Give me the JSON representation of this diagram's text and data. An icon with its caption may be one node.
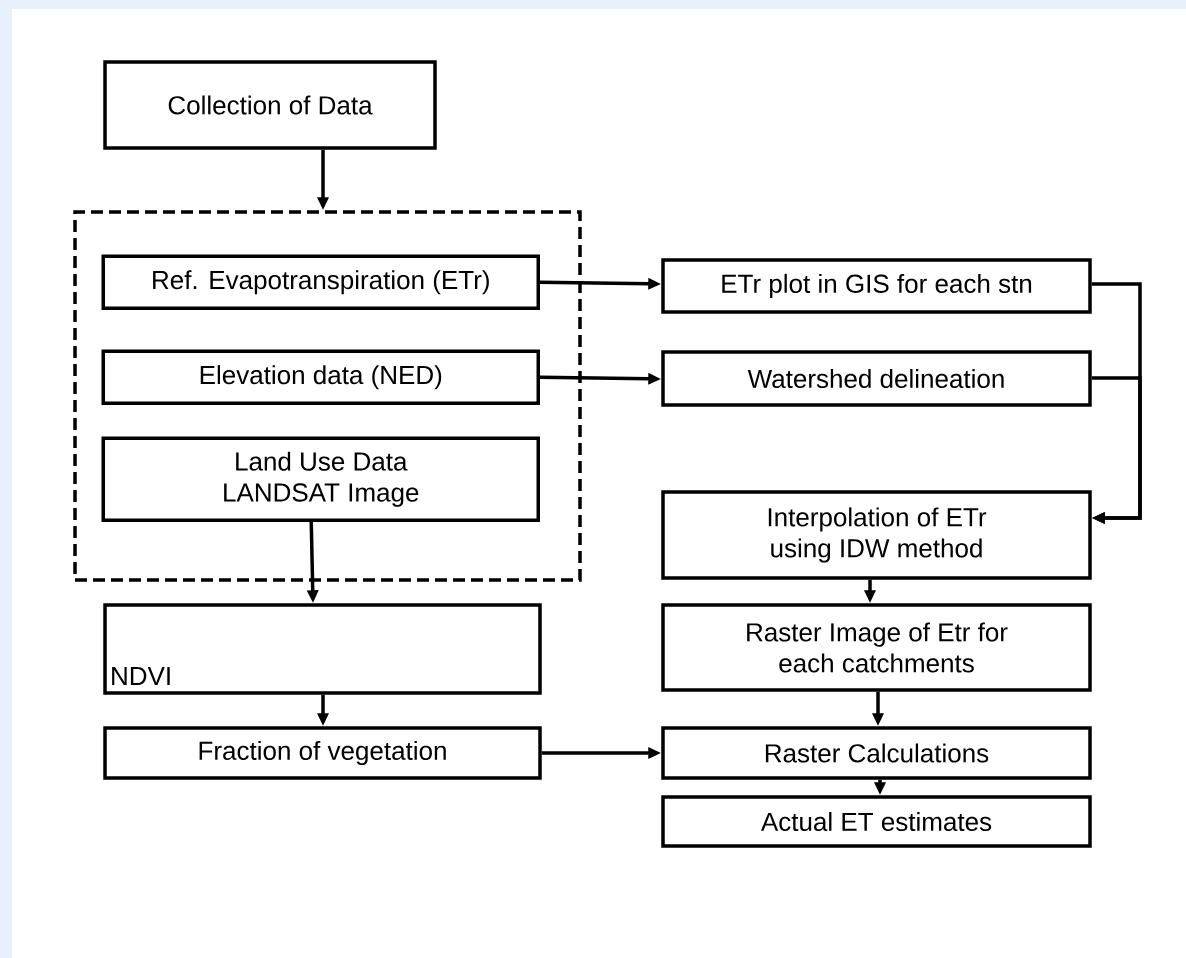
{
  "diagram": {
    "nodes": [
      {
        "text": [
          "Collection of Data"
        ]
      },
      {
        "text": [],
        "shape": "box"
      },
      {
        "text": [
          "Ref. Evapotranspiration (ETr)"
        ],
        "in": 1
      },
      {
        "text": [
          "Elevation data (NED)"
        ],
        "in": 1
      },
      {
        "text": [
          "Land Use Data LANDSAT Image"
        ],
        "in": 1
      },
      {
        "text": [
          "NDVI"
        ]
      },
      {
        "text": [
          "Fraction of vegetation"
        ]
      },
      {
        "text": [
          "ETr plot in GIS for each stn"
        ]
      },
      {
        "text": [
          "Watershed delineation"
        ]
      },
      {
        "text": [
          "Interpolation of ETr using IDW method"
        ]
      },
      {
        "text": [
          "Raster Image of Etr for each catchments"
        ]
      },
      {
        "text": [
          "Raster Calculations"
        ]
      },
      {
        "text": [
          "Actual ET estimates"
        ]
      }
    ],
    "edges": [
      {
        "from": 0,
        "to": 1,
        "arrow": "to"
      },
      {
        "from": 2,
        "to": 7,
        "arrow": "to"
      },
      {
        "from": 3,
        "to": 8,
        "arrow": "to"
      },
      {
        "from": 7,
        "to": 9,
        "arrow": "to"
      },
      {
        "from": 8,
        "to": 9,
        "arrow": "to"
      },
      {
        "from": 4,
        "to": 5,
        "arrow": "to"
      },
      {
        "from": 5,
        "to": 6,
        "arrow": "to"
      },
      {
        "from": 9,
        "to": 10,
        "arrow": "to"
      },
      {
        "from": 10,
        "to": 11,
        "arrow": "to"
      },
      {
        "from": 6,
        "to": 11,
        "arrow": "to"
      },
      {
        "from": 11,
        "to": 12,
        "arrow": "to"
      }
    ]
  }
}
